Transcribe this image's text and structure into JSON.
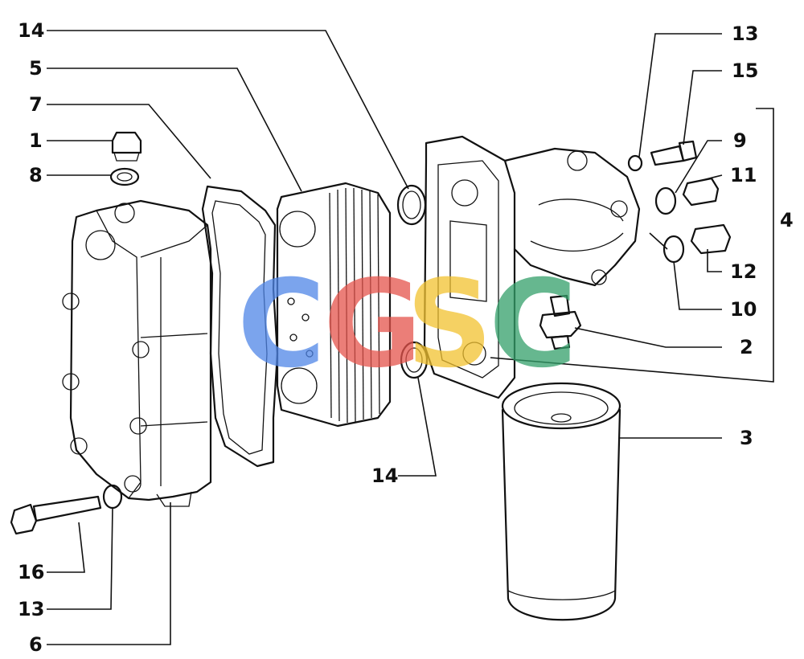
{
  "callouts": [
    {
      "id": "c14a",
      "label": "14"
    },
    {
      "id": "c5",
      "label": "5"
    },
    {
      "id": "c7",
      "label": "7"
    },
    {
      "id": "c1",
      "label": "1"
    },
    {
      "id": "c8",
      "label": "8"
    },
    {
      "id": "c13a",
      "label": "13"
    },
    {
      "id": "c15",
      "label": "15"
    },
    {
      "id": "c9",
      "label": "9"
    },
    {
      "id": "c11",
      "label": "11"
    },
    {
      "id": "c4",
      "label": "4"
    },
    {
      "id": "c12",
      "label": "12"
    },
    {
      "id": "c10",
      "label": "10"
    },
    {
      "id": "c2",
      "label": "2"
    },
    {
      "id": "c3",
      "label": "3"
    },
    {
      "id": "c14b",
      "label": "14"
    },
    {
      "id": "c16",
      "label": "16"
    },
    {
      "id": "c13b",
      "label": "13"
    },
    {
      "id": "c6",
      "label": "6"
    }
  ],
  "watermark": {
    "letters": [
      "C",
      "G",
      "S",
      "C"
    ],
    "colors": [
      "#4f86e8",
      "#e5534b",
      "#f2c230",
      "#33a06a"
    ]
  }
}
